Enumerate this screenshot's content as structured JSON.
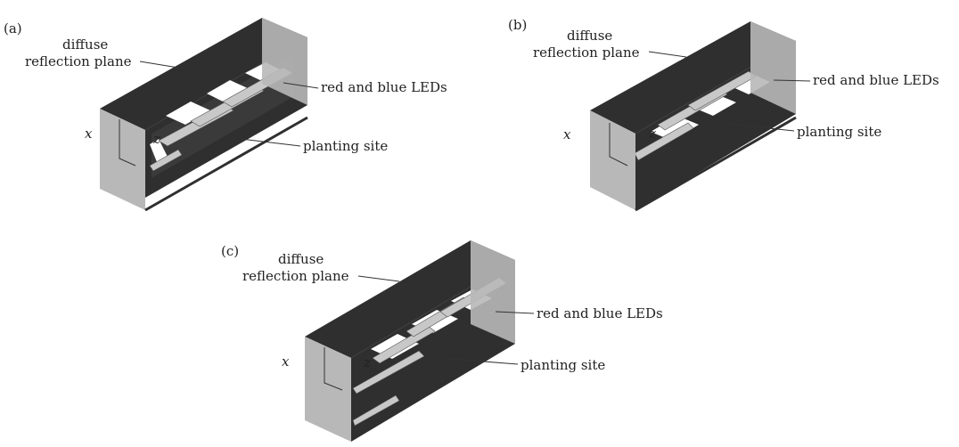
{
  "panels": [
    {
      "tag": "(a)",
      "diffuse_1": "diffuse",
      "diffuse_2": "reflection plane",
      "leds": "red and blue LEDs",
      "planting": "planting site",
      "x": "x",
      "z": "z"
    },
    {
      "tag": "(b)",
      "diffuse_1": "diffuse",
      "diffuse_2": "reflection plane",
      "leds": "red and blue LEDs",
      "planting": "planting site",
      "x": "x",
      "z": "z"
    },
    {
      "tag": "(c)",
      "diffuse_1": "diffuse",
      "diffuse_2": "reflection plane",
      "leds": "red and blue LEDs",
      "planting": "planting site",
      "x": "x",
      "z": "z"
    }
  ],
  "colors": {
    "dark": "#2f2f2f",
    "side": "#b8b8b8",
    "light_bar": "#d0d0d0",
    "opening": "#ffffff"
  }
}
